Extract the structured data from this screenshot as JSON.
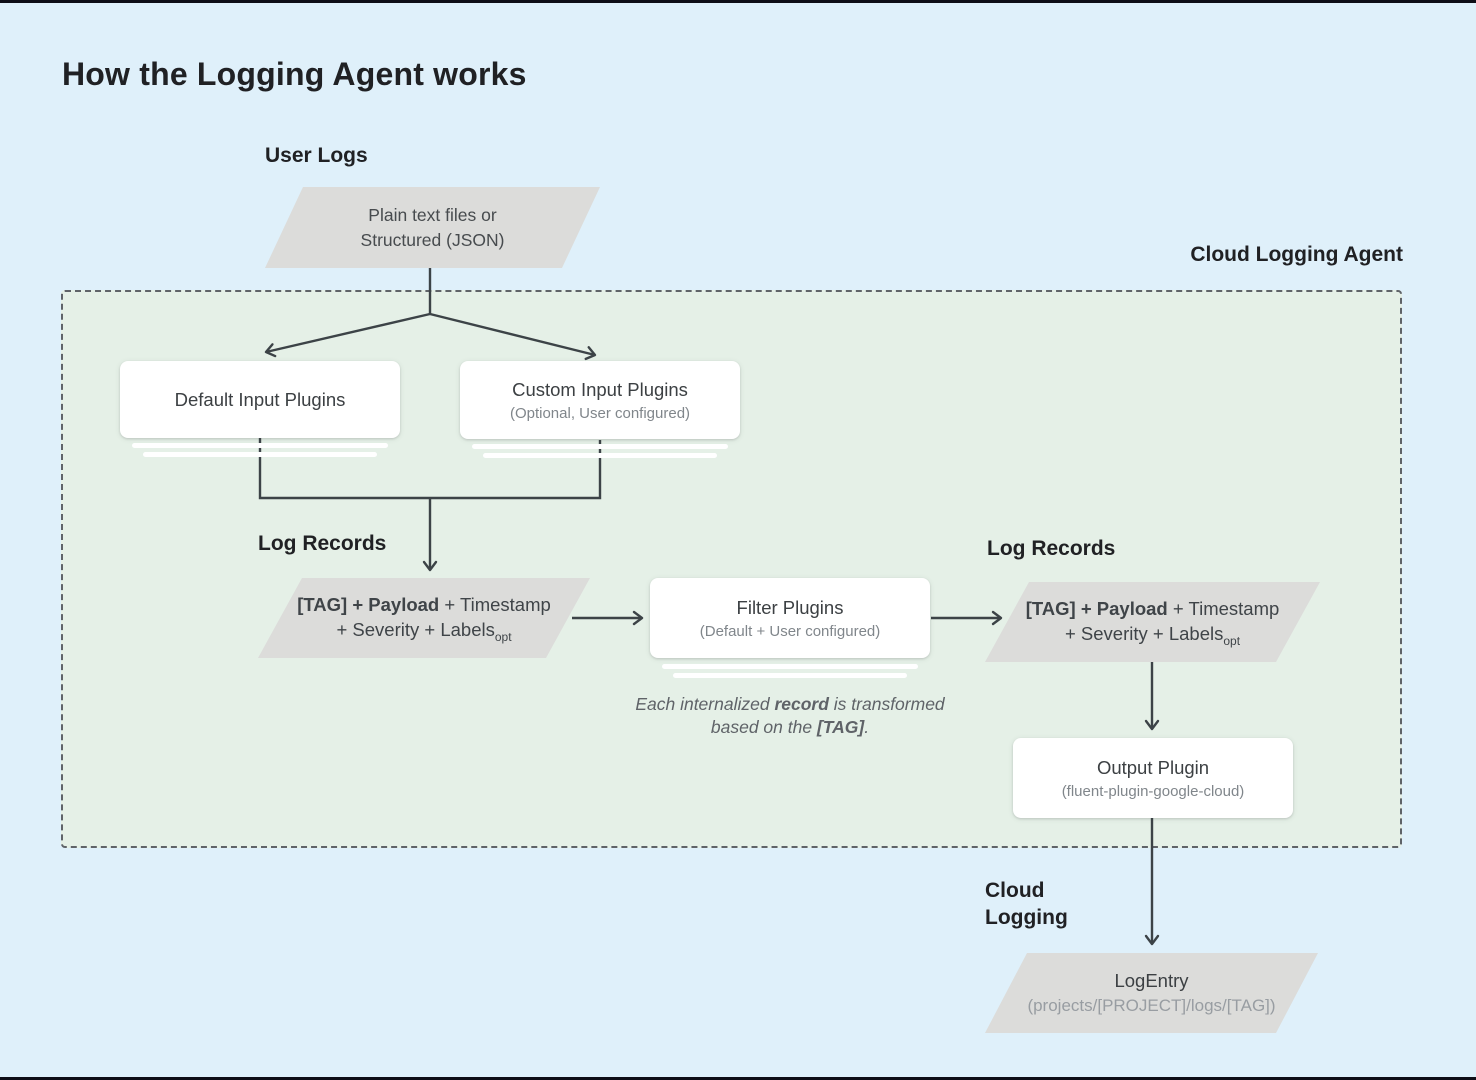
{
  "title": "How the Logging Agent works",
  "labels": {
    "user_logs": "User Logs",
    "cloud_logging_agent": "Cloud Logging Agent",
    "log_records_left": "Log Records",
    "log_records_right": "Log Records",
    "cloud_logging": "Cloud Logging"
  },
  "nodes": {
    "user_input": {
      "line1": "Plain text files or",
      "line2": "Structured (JSON)"
    },
    "default_input": {
      "title": "Default Input Plugins"
    },
    "custom_input": {
      "title": "Custom Input Plugins",
      "subtitle": "(Optional, User configured)"
    },
    "log_record_left": {
      "bold": "[TAG] + Payload",
      "rest": " + Timestamp",
      "line2": "+ Severity + Labels",
      "subscript": "opt"
    },
    "filter": {
      "title": "Filter Plugins",
      "subtitle": "(Default + User configured)"
    },
    "log_record_right": {
      "bold": "[TAG] + Payload",
      "rest": " + Timestamp",
      "line2": "+ Severity + Labels",
      "subscript": "opt"
    },
    "output": {
      "title": "Output Plugin",
      "subtitle": "(fluent-plugin-google-cloud)"
    },
    "log_entry": {
      "title": "LogEntry",
      "subtitle": "(projects/[PROJECT]/logs/[TAG])"
    }
  },
  "note": {
    "pre": "Each internalized ",
    "bold1": "record",
    "mid": " is transformed based on the ",
    "bold2": "[TAG]",
    "post": "."
  },
  "colors": {
    "background": "#dff0fa",
    "agent_area": "#e5f0e7",
    "agent_border": "#5f6368",
    "parallelogram": "#dcdcda",
    "node_fill": "#ffffff",
    "connector": "#3c4347",
    "text_primary": "#202124",
    "text_node": "#3c4043",
    "text_subtitle": "#80868b",
    "text_note": "#5f6368"
  }
}
